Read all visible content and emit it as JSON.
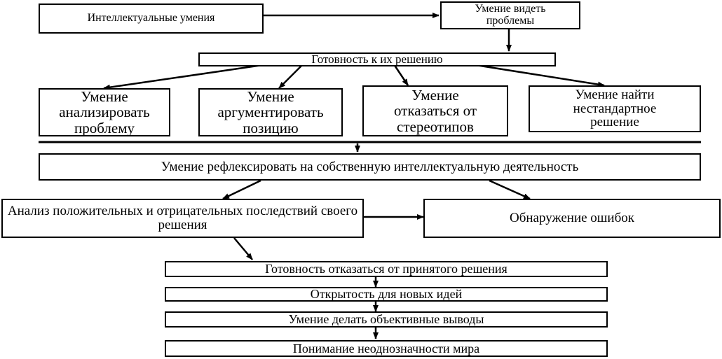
{
  "nodes": {
    "intellectual_skills": "Интеллектуальные умения",
    "see_problems": "Умение видеть проблемы",
    "readiness_to_solve": "Готовность к их решению",
    "analyze_problem": "Умение анализировать проблему",
    "argue_position": "Умение аргументировать позицию",
    "reject_stereotypes": "Умение отказаться от стереотипов",
    "find_nonstandard": "Умение найти нестандартное решение",
    "reflect": "Умение рефлексировать на собственную интеллектуальную деятельность",
    "analyze_consequences": "Анализ положительных и отрицательных последствий своего решения",
    "detect_errors": "Обнаружение ошибок",
    "readiness_to_abandon": "Готовность отказаться от принятого решения",
    "openness": "Открытость для новых идей",
    "objective_conclusions": "Умение делать объективные выводы",
    "ambiguity": "Понимание неоднозначности мира"
  }
}
